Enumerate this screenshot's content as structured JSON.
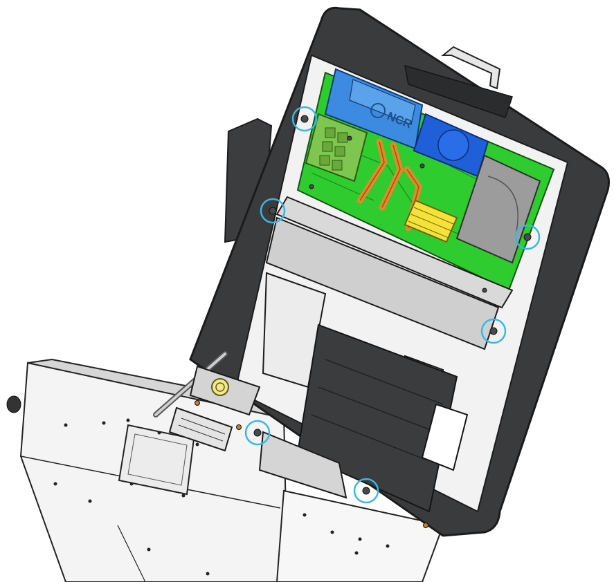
{
  "diagram": {
    "brand_logo_text": "NCR",
    "colors": {
      "bezel": "#3a3b3d",
      "bezel_edge": "#232425",
      "board": "#2ecc2e",
      "fan_blue": "#1f5fd8",
      "duct_blue": "#3d8be0",
      "heatpipe": "#e08a2a",
      "heatsink": "#f4e23a",
      "drive": "#9c9c9c",
      "highlight_ring": "#38b8e6",
      "metal": "#d9d9d9"
    },
    "highlighted_screws": [
      "screw-top-left",
      "screw-mid-left",
      "screw-right-upper",
      "screw-right-lower",
      "screw-bottom-center",
      "screw-bottom-right"
    ]
  }
}
